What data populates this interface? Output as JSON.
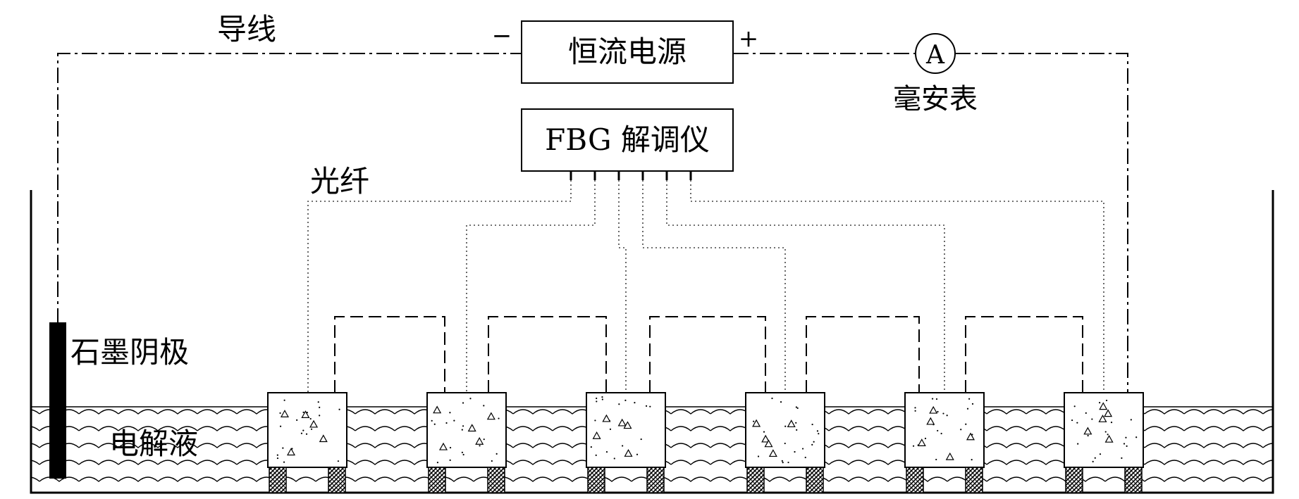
{
  "labels": {
    "wire": "导线",
    "fiber": "光纤",
    "power_supply": "恒流电源",
    "demodulator": "FBG 解调仪",
    "ammeter_symbol": "A",
    "ammeter": "毫安表",
    "cathode": "石墨阴极",
    "electrolyte": "电解液",
    "minus": "−",
    "plus": "+"
  },
  "specimens": {
    "count": 6
  },
  "fiber_channels": 6,
  "colors": {
    "stroke": "#000000",
    "fill": "#ffffff",
    "fiber": "#444444"
  }
}
